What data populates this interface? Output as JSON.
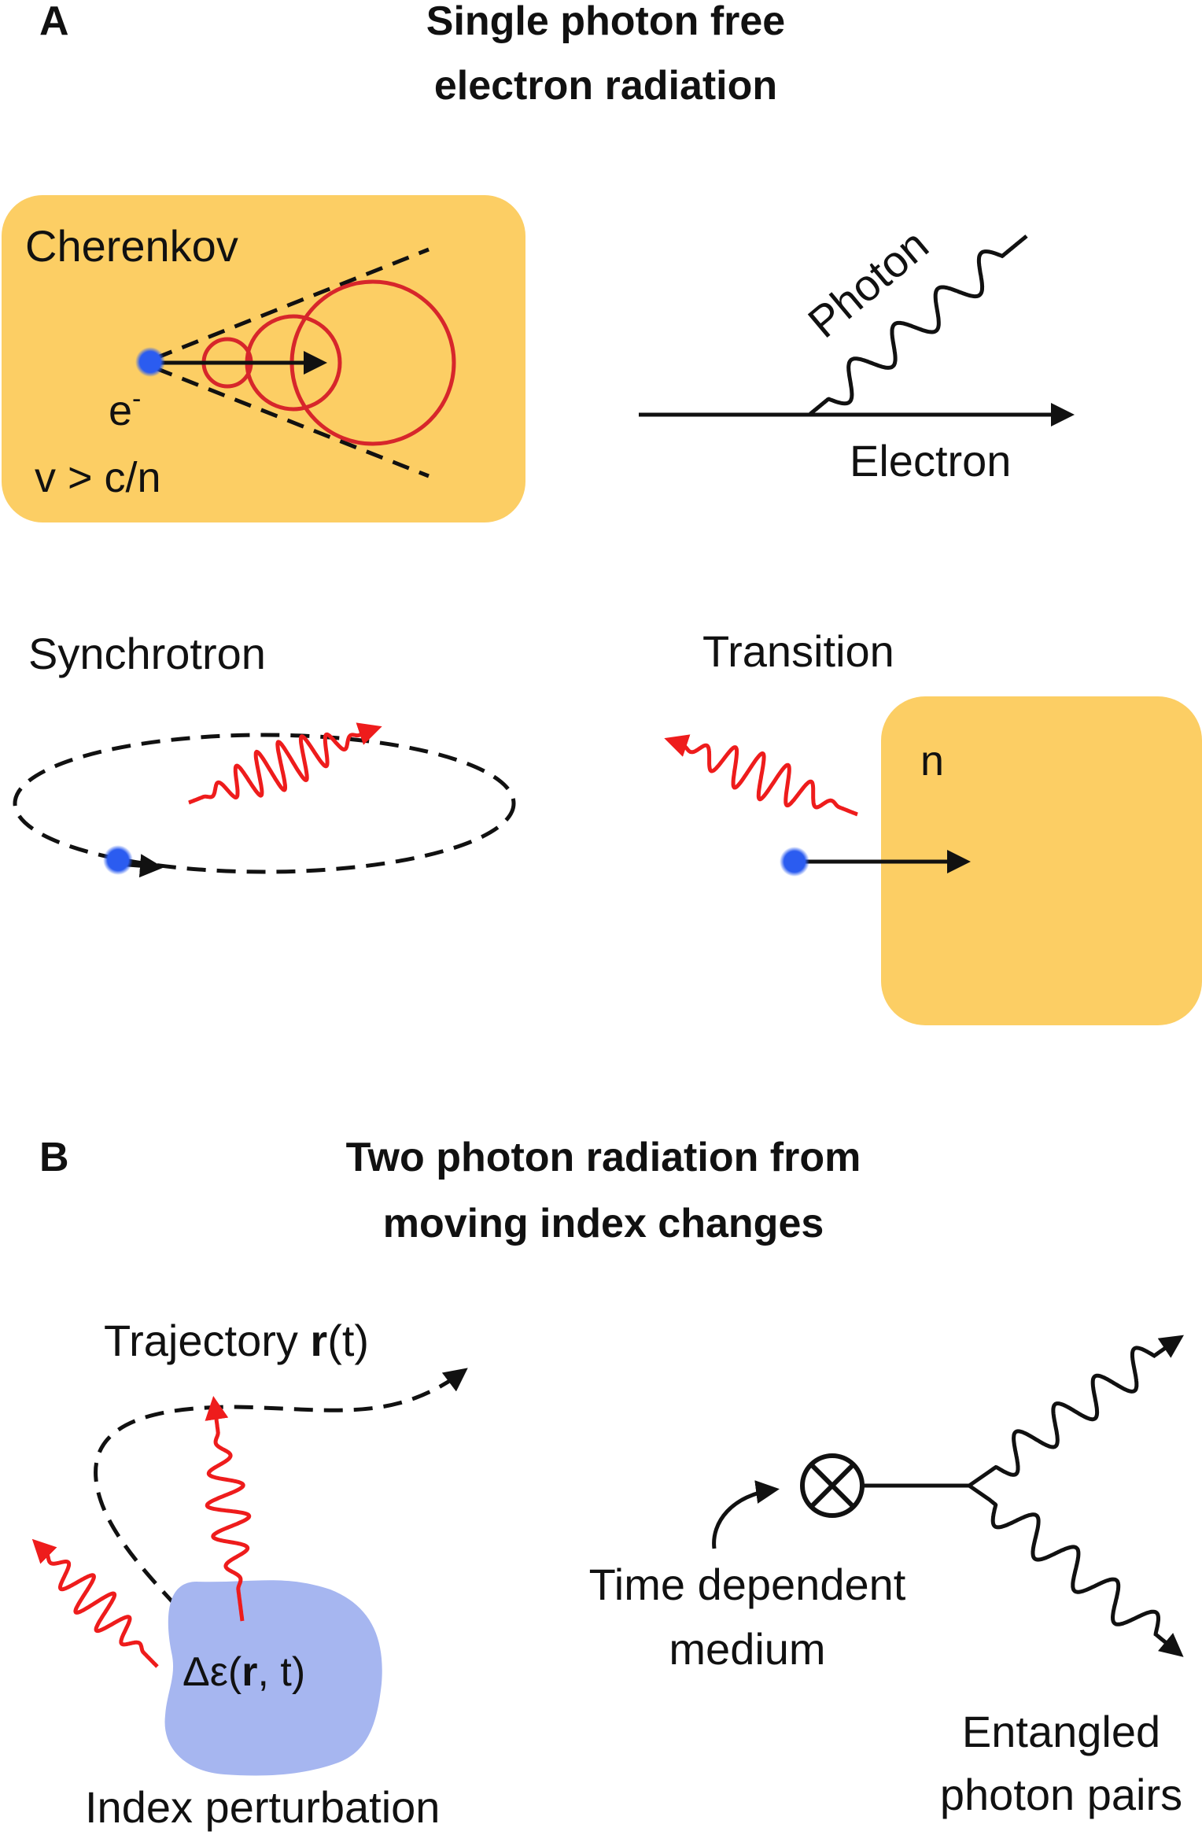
{
  "panel_a": {
    "letter": "A",
    "title_line1": "Single photon free",
    "title_line2": "electron radiation",
    "cherenkov": {
      "label": "Cherenkov",
      "electron": "e",
      "electron_sup": "-",
      "condition": "v > c/n"
    },
    "feynman": {
      "photon": "Photon",
      "electron": "Electron"
    },
    "synchrotron": {
      "label": "Synchrotron"
    },
    "transition": {
      "label": "Transition",
      "index": "n"
    }
  },
  "panel_b": {
    "letter": "B",
    "title_line1": "Two photon radiation from",
    "title_line2": "moving index changes",
    "trajectory": {
      "prefix": "Trajectory ",
      "bold": "r",
      "suffix": "(t)"
    },
    "perturbation": {
      "prefix": "Δε(",
      "bold": "r",
      "suffix": ", t)",
      "label": "Index perturbation"
    },
    "medium": {
      "line1": "Time dependent",
      "line2": "medium"
    },
    "pairs": {
      "line1": "Entangled",
      "line2": "photon pairs"
    }
  },
  "colors": {
    "medium_fill": "#fcce64",
    "electron": "#2b5cf0",
    "wave_red": "#ee1c1c",
    "circle_red": "#d7262b",
    "blob": "#a6b6f0",
    "ink": "#111111"
  }
}
